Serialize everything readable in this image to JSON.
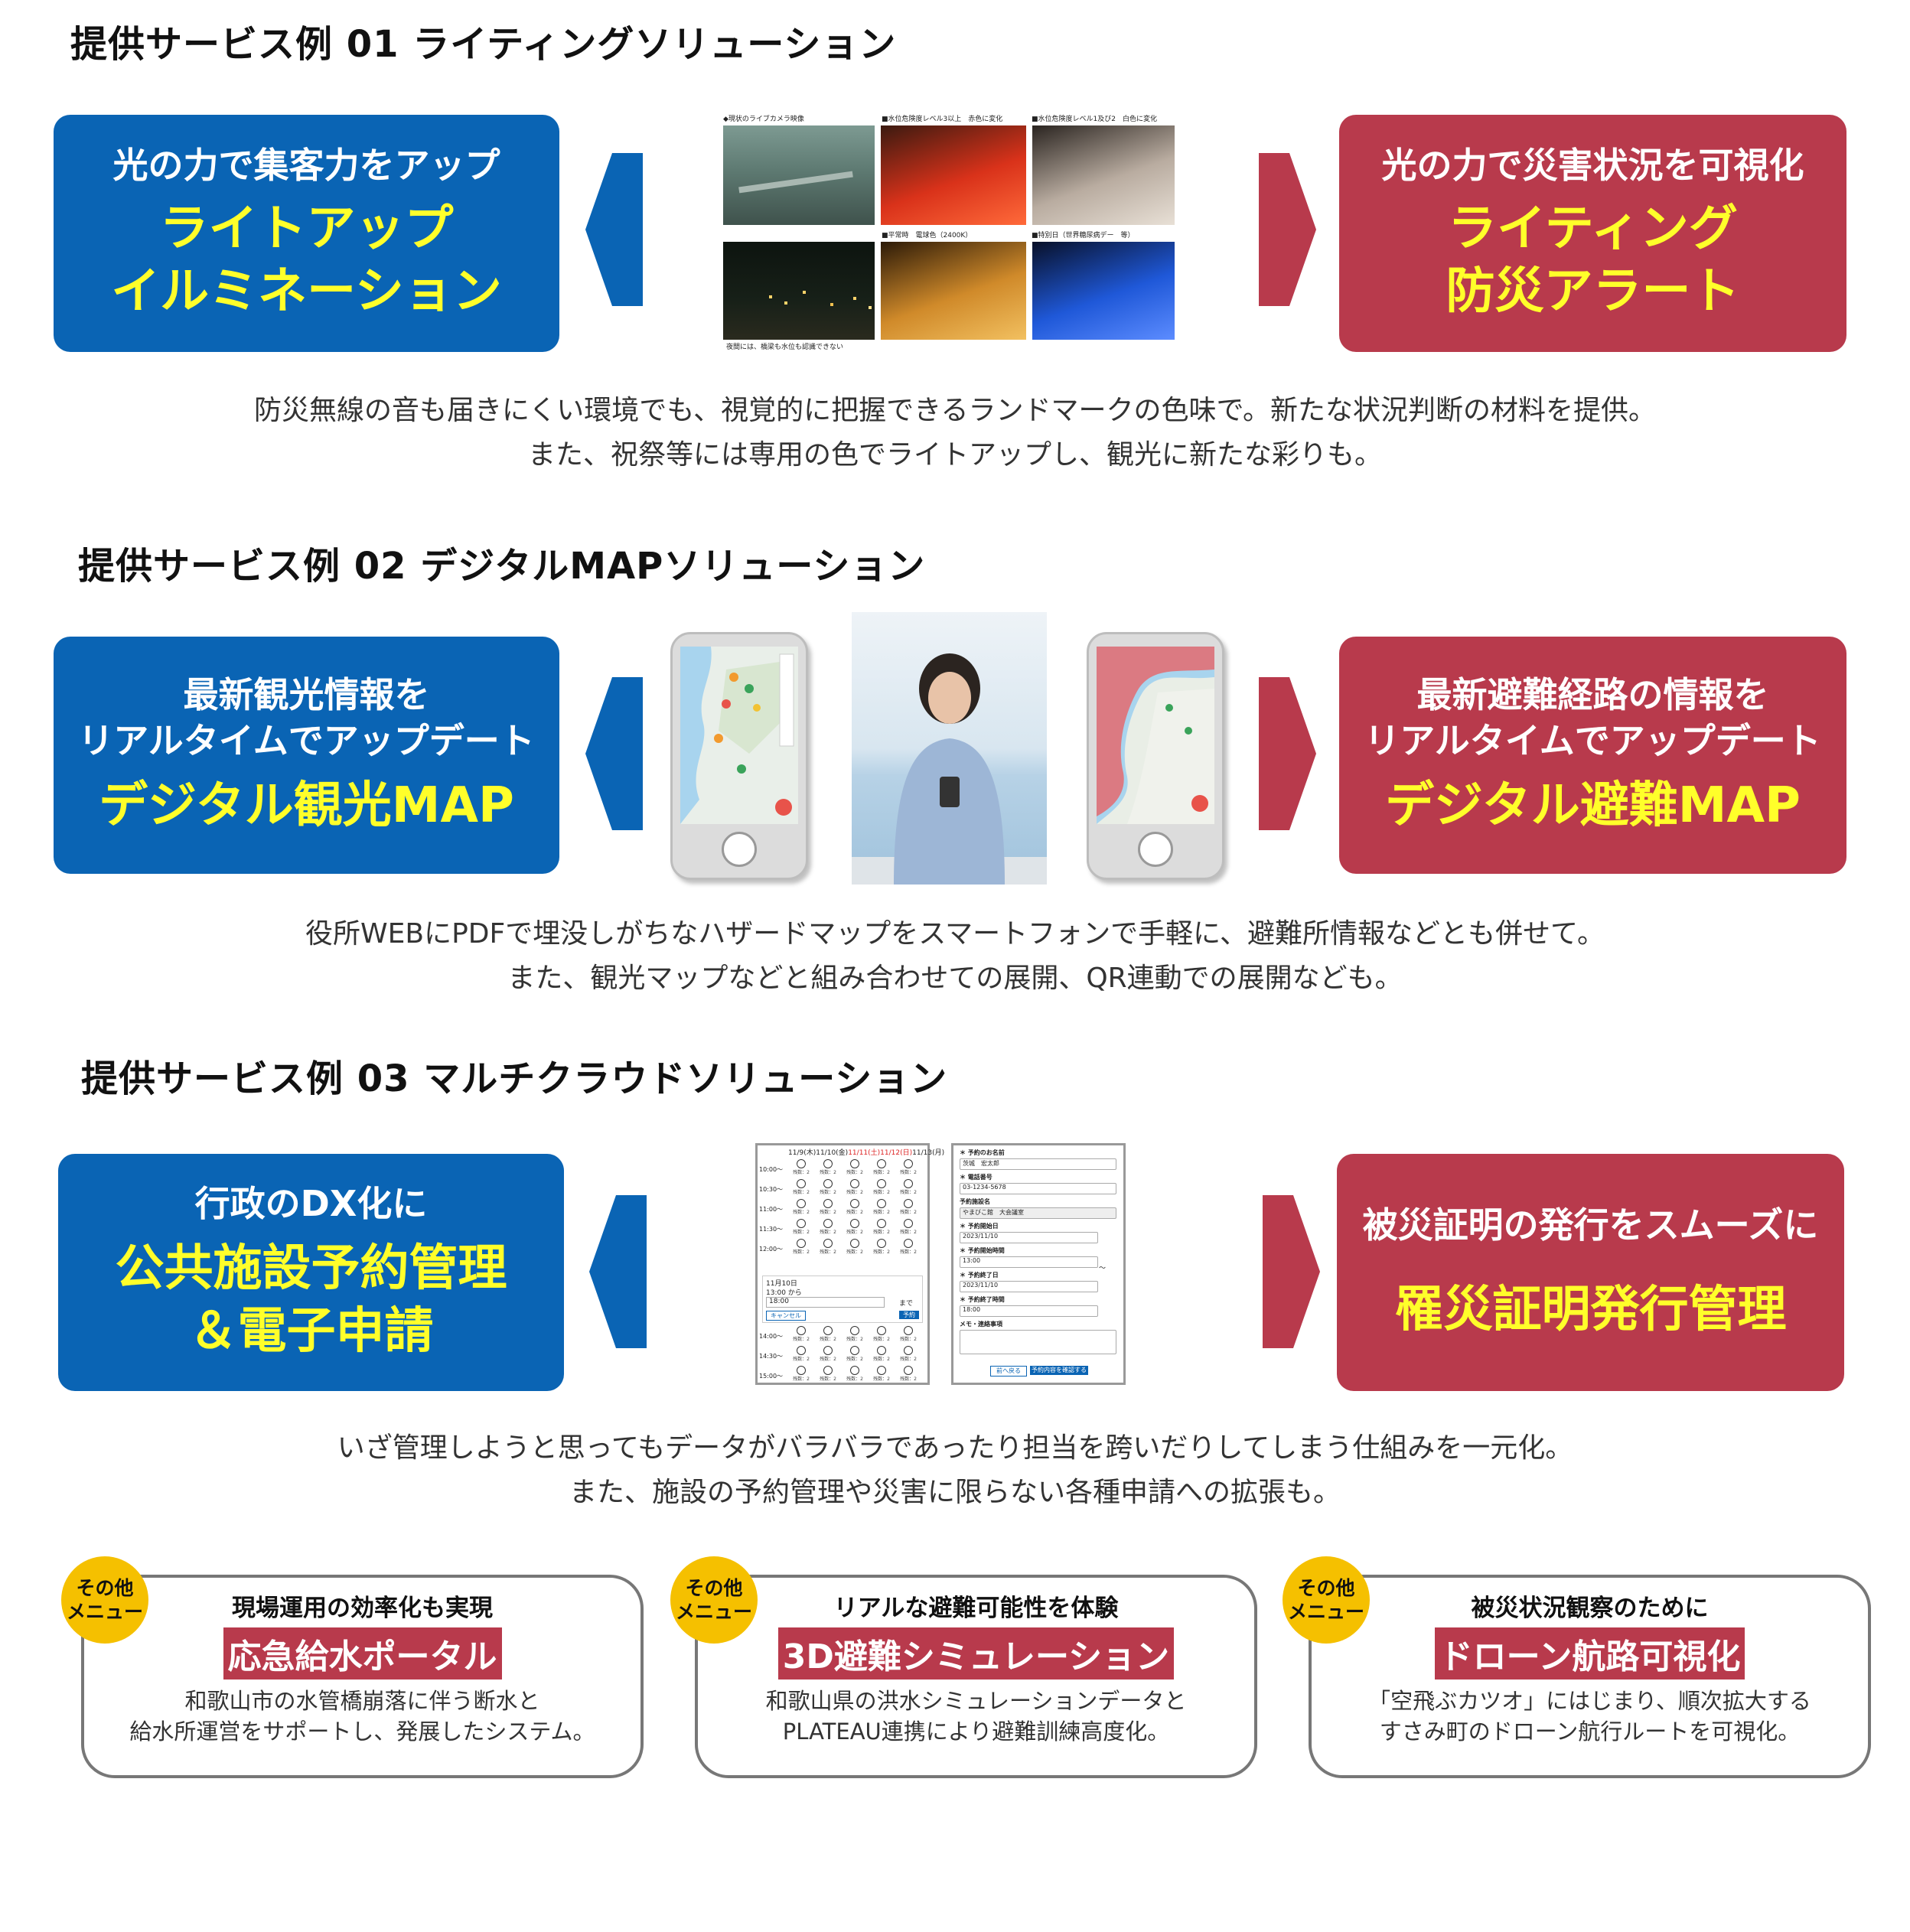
{
  "sections": [
    {
      "heading": "提供サービス例 01 ライティングソリューション",
      "left_box": {
        "sub": "光の力で集客力をアップ",
        "main_lines": [
          "ライトアップ",
          "イルミネーション"
        ]
      },
      "right_box": {
        "sub": "光の力で災害状況を可視化",
        "main_lines": [
          "ライティング",
          "防災アラート"
        ]
      },
      "desc_lines": [
        "防災無線の音も届きにくい環境でも、視覚的に把握できるランドマークの色味で。新たな状況判断の材料を提供。",
        "また、祝祭等には専用の色でライトアップし、観光に新たな彩りも。"
      ],
      "photo_captions": {
        "top_left": "◆現状のライブカメラ映像",
        "top_mid": "■水位危険度レベル3以上　赤色に変化",
        "top_right": "■水位危険度レベル1及び2　白色に変化",
        "bottom_mid": "■平常時　電球色（2400K）",
        "bottom_right": "■特別日（世界糖尿病デー　等）",
        "bottom_note": "夜間には、橋梁も水位も認識できない"
      }
    },
    {
      "heading": "提供サービス例 02 デジタルMAPソリューション",
      "left_box": {
        "sub_lines": [
          "最新観光情報を",
          "リアルタイムでアップデート"
        ],
        "main_lines": [
          "デジタル観光MAP"
        ]
      },
      "right_box": {
        "sub_lines": [
          "最新避難経路の情報を",
          "リアルタイムでアップデート"
        ],
        "main_lines": [
          "デジタル避難MAP"
        ]
      },
      "desc_lines": [
        "役所WEBにPDFで埋没しがちなハザードマップをスマートフォンで手軽に、避難所情報などとも併せて。",
        "また、観光マップなどと組み合わせての展開、QR連動での展開なども。"
      ]
    },
    {
      "heading": "提供サービス例 03  マルチクラウドソリューション",
      "left_box": {
        "sub": "行政のDX化に",
        "main_lines": [
          "公共施設予約管理",
          "＆電子申請"
        ]
      },
      "right_box": {
        "sub": "被災証明の発行をスムーズに",
        "main_lines": [
          "罹災証明発行管理"
        ]
      },
      "desc_lines": [
        "いざ管理しようと思ってもデータがバラバラであったり担当を跨いだりしてしまう仕組みを一元化。",
        "また、施設の予約管理や災害に限らない各種申請への拡張も。"
      ],
      "calendar": {
        "header": [
          "11/9(木)",
          "11/10(金)",
          "11/11(土)",
          "11/12(日)",
          "11/13(月)"
        ],
        "times": [
          "10:00～",
          "10:30～",
          "11:00～",
          "11:30～",
          "12:00～"
        ],
        "times_lower": [
          "14:00～",
          "14:30～",
          "15:00～"
        ],
        "slot_label": "残数：2",
        "popup_date": "11月10日",
        "popup_from": "13:00 から",
        "popup_select": "18:00",
        "popup_until": "まで",
        "cancel_label": "キャンセル",
        "reserve_label": "予約"
      },
      "form": {
        "fields": [
          {
            "label": "＊ 予約のお名前",
            "value": "茨城　宏太郎"
          },
          {
            "label": "＊ 電話番号",
            "value": "03-1234-5678"
          },
          {
            "label": "予約施設名",
            "value": "やまびこ館　大会議室"
          },
          {
            "label": "＊ 予約開始日",
            "value": "2023/11/10"
          },
          {
            "label": "＊ 予約開始時間",
            "value": "13:00"
          },
          {
            "label": "＊ 予約終了日",
            "value": "2023/11/10"
          },
          {
            "label": "＊ 予約終了時間",
            "value": "18:00"
          },
          {
            "label": "メモ・連絡事項",
            "value": ""
          }
        ],
        "tilde": "～",
        "back_label": "前へ戻る",
        "confirm_label": "予約内容を確認する"
      }
    }
  ],
  "others": [
    {
      "badge_lines": [
        "その他",
        "メニュー"
      ],
      "title": "現場運用の効率化も実現",
      "name": "応急給水ポータル",
      "desc_lines": [
        "和歌山市の水管橋崩落に伴う断水と",
        "給水所運営をサポートし、発展したシステム。"
      ]
    },
    {
      "badge_lines": [
        "その他",
        "メニュー"
      ],
      "title": "リアルな避難可能性を体験",
      "name": "3D避難シミュレーション",
      "desc_lines": [
        "和歌山県の洪水シミュレーションデータと",
        "PLATEAU連携により避難訓練高度化。"
      ]
    },
    {
      "badge_lines": [
        "その他",
        "メニュー"
      ],
      "title": "被災状況観察のために",
      "name": "ドローン航路可視化",
      "desc_lines": [
        "「空飛ぶカツオ」にはじまり、順次拡大する",
        "すさみ町のドローン航行ルートを可視化。"
      ]
    }
  ],
  "colors": {
    "blue_box": "#0a64b4",
    "red_box": "#b83a4c",
    "yellow_text": "#ffff2a",
    "badge": "#f5c000"
  }
}
